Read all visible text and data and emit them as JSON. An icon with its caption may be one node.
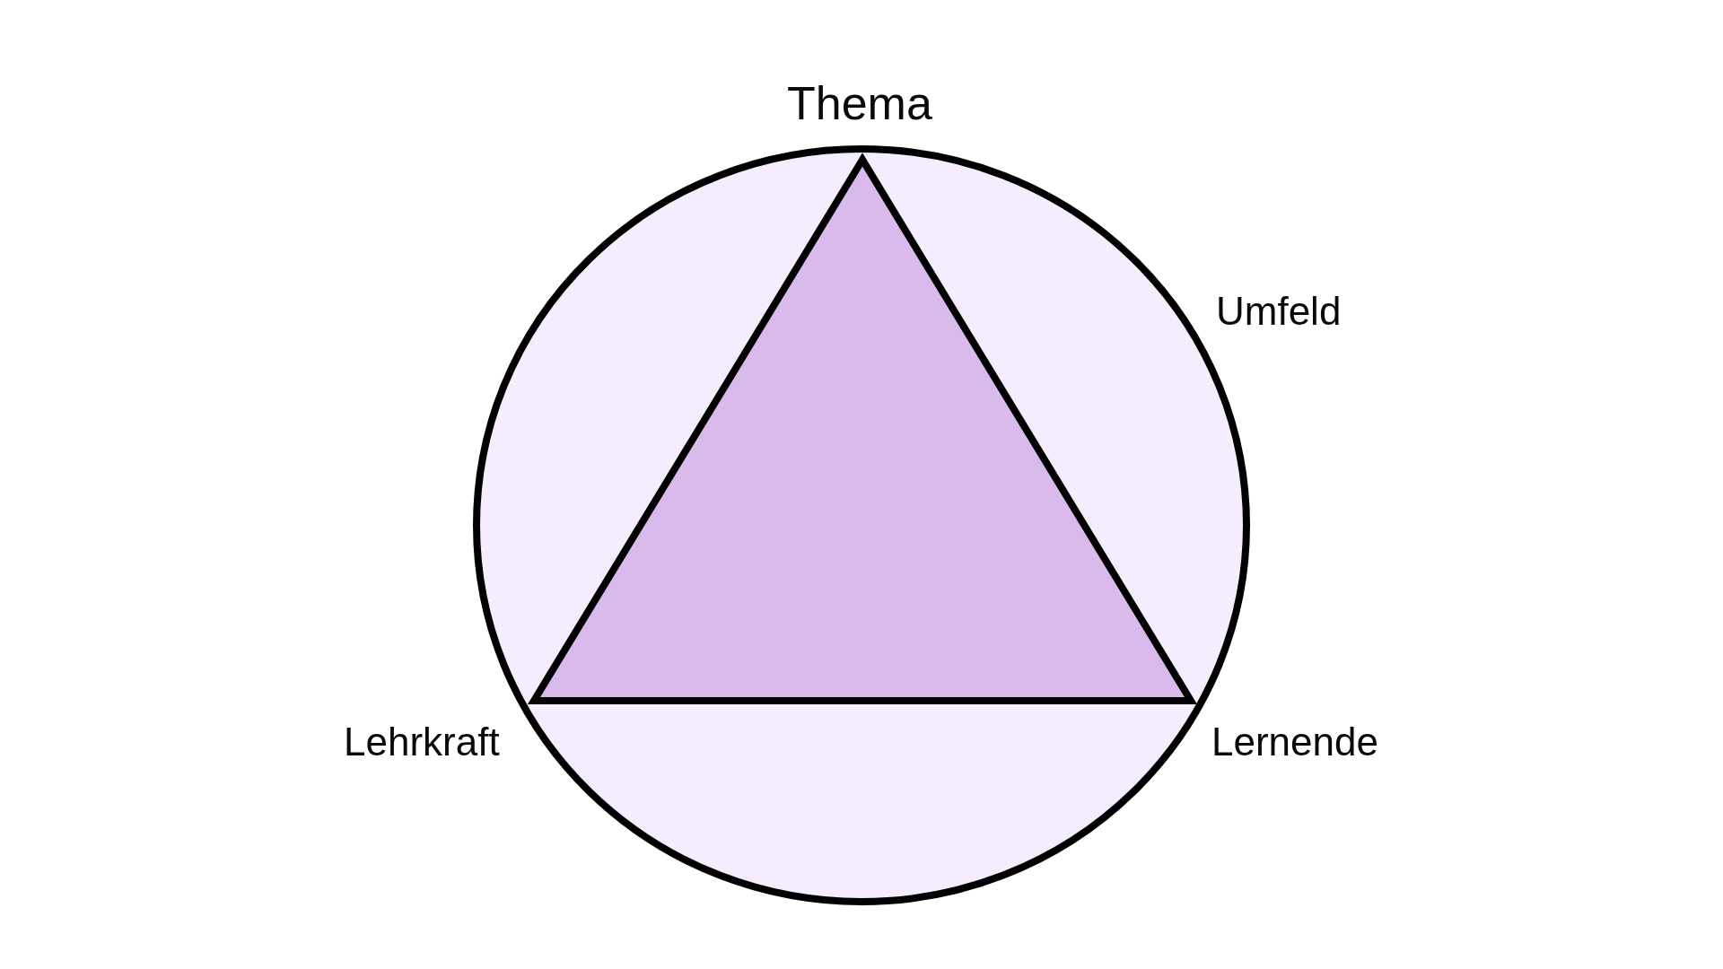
{
  "diagram": {
    "nodes": [
      {
        "text": [
          "Umfeld"
        ]
      },
      {
        "text": [],
        "shape": "triangle",
        "in": 0,
        "beside": [
          "Thema",
          "Lehrkraft",
          "Lernende"
        ]
      }
    ]
  }
}
